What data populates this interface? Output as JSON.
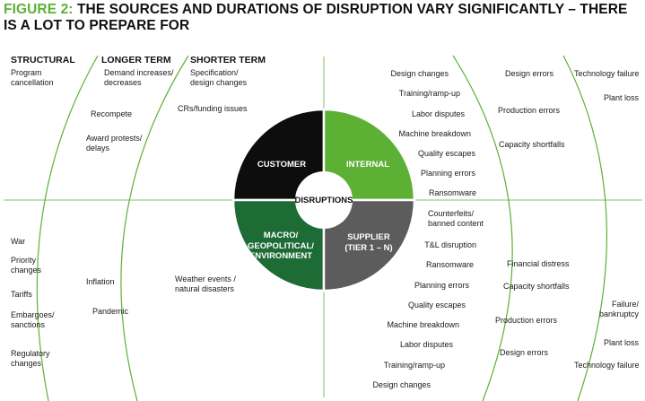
{
  "title_prefix": "FIGURE 2:",
  "title_text": "THE SOURCES AND DURATIONS OF DISRUPTION VARY SIGNIFICANTLY – THERE IS A LOT TO PREPARE FOR",
  "colors": {
    "accent": "#5cb135",
    "customer": "#0d0d0d",
    "internal": "#5cb135",
    "macro": "#1d6b35",
    "supplier": "#5c5c5c",
    "lines": "#5cb135"
  },
  "headers": {
    "structural": "STRUCTURAL",
    "longer": "LONGER TERM",
    "shorter": "SHORTER TERM"
  },
  "quadrants": {
    "customer": "CUSTOMER",
    "internal": "INTERNAL",
    "macro": [
      "MACRO/",
      "GEOPOLITICAL/",
      "ENVIRONMENT"
    ],
    "supplier": [
      "SUPPLIER",
      "(TIER 1 – N)"
    ],
    "center": "DISRUPTIONS"
  },
  "left_top": {
    "structural": [
      [
        "Program",
        "cancellation"
      ]
    ],
    "longer": [
      [
        "Demand increases/",
        "decreases"
      ],
      [
        "Recompete"
      ],
      [
        "Award protests/",
        "delays"
      ]
    ],
    "shorter": [
      [
        "Specification/",
        "design changes"
      ],
      [
        "CRs/funding issues"
      ]
    ]
  },
  "left_bottom": {
    "structural": [
      [
        "War"
      ],
      [
        "Priority",
        "changes"
      ],
      [
        "Tariffs"
      ],
      [
        "Embargoes/",
        "sanctions"
      ],
      [
        "Regulatory",
        "changes"
      ]
    ],
    "longer": [
      [
        "Inflation"
      ],
      [
        "Pandemic"
      ]
    ],
    "shorter": [
      [
        "Weather events /",
        "natural disasters"
      ]
    ]
  },
  "right_top": {
    "shorter": [
      [
        "Design changes"
      ],
      [
        "Training/ramp-up"
      ],
      [
        "Labor disputes"
      ],
      [
        "Machine breakdown"
      ],
      [
        "Quality escapes"
      ],
      [
        "Planning errors"
      ],
      [
        "Ransomware"
      ]
    ],
    "longer": [
      [
        "Design errors"
      ],
      [
        "Production errors"
      ],
      [
        "Capacity shortfalls"
      ]
    ],
    "structural": [
      [
        "Technology failure"
      ],
      [
        "Plant loss"
      ]
    ]
  },
  "right_bottom": {
    "shorter": [
      [
        "Counterfeits/",
        "banned content"
      ],
      [
        "T&L disruption"
      ],
      [
        "Ransomware"
      ],
      [
        "Planning errors"
      ],
      [
        "Quality escapes"
      ],
      [
        "Machine breakdown"
      ],
      [
        "Labor disputes"
      ],
      [
        "Training/ramp-up"
      ],
      [
        "Design changes"
      ]
    ],
    "longer": [
      [
        "Financial distress"
      ],
      [
        "Capacity shortfalls"
      ],
      [
        "Production errors"
      ],
      [
        "Design errors"
      ]
    ],
    "structural": [
      [
        "Failure/",
        "bankruptcy"
      ],
      [
        "Plant loss"
      ],
      [
        "Technology failure"
      ]
    ]
  }
}
